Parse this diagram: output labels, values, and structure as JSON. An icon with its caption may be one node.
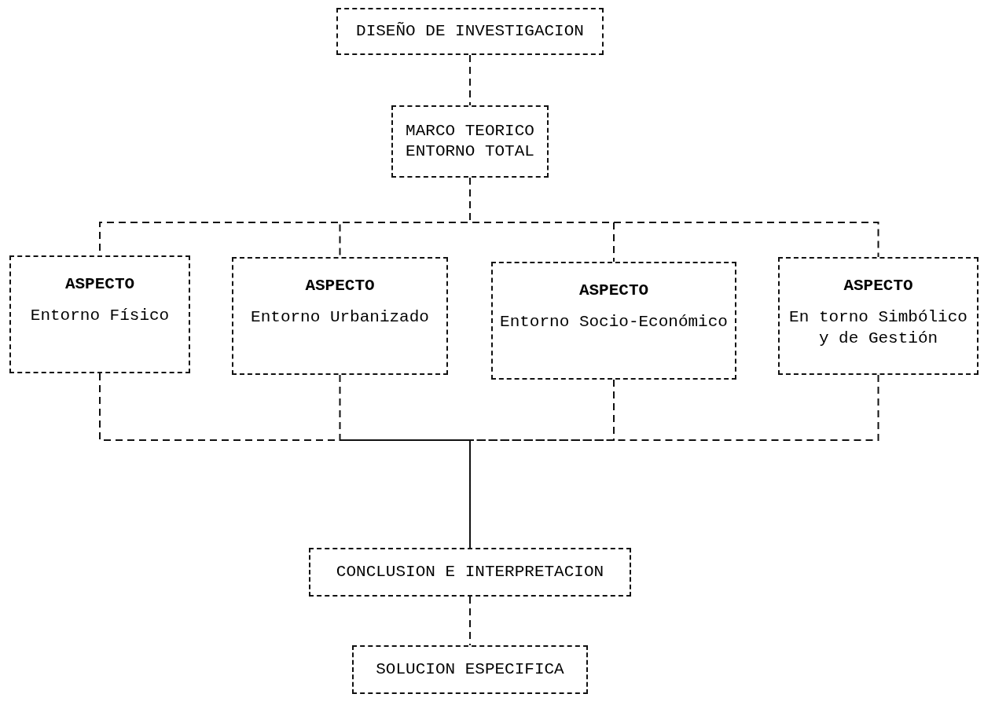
{
  "diagram": {
    "nodes": [
      {
        "text": [
          "DISEÑO DE INVESTIGACION"
        ]
      },
      {
        "text": [
          "MARCO TEORICO ENTORNO TOTAL"
        ]
      },
      {
        "text": [
          "ASPECTO",
          "Entorno Físico"
        ]
      },
      {
        "text": [
          "ASPECTO",
          "Entorno Urbanizado"
        ]
      },
      {
        "text": [
          "ASPECTO",
          "Entorno Socio-Económico"
        ]
      },
      {
        "text": [
          "ASPECTO",
          "En torno Simbólico y de Gestión"
        ]
      },
      {
        "text": [
          "CONCLUSION E INTERPRETACION"
        ]
      },
      {
        "text": [
          "SOLUCION ESPECIFICA"
        ]
      }
    ],
    "edges": [
      {
        "from": 0,
        "to": 1,
        "arrow": "none",
        "style": "dashed"
      },
      {
        "from": 1,
        "to": 2,
        "arrow": "none",
        "style": "dashed"
      },
      {
        "from": 1,
        "to": 3,
        "arrow": "none",
        "style": "dashed"
      },
      {
        "from": 1,
        "to": 4,
        "arrow": "none",
        "style": "dashed"
      },
      {
        "from": 1,
        "to": 5,
        "arrow": "none",
        "style": "dashed"
      },
      {
        "from": 2,
        "to": 6,
        "arrow": "none",
        "style": "dashed"
      },
      {
        "from": 3,
        "to": 6,
        "arrow": "none",
        "style": "dashed"
      },
      {
        "from": 4,
        "to": 6,
        "arrow": "none",
        "style": "dashed"
      },
      {
        "from": 5,
        "to": 6,
        "arrow": "none",
        "style": "dashed"
      },
      {
        "from": 6,
        "to": 7,
        "arrow": "none",
        "style": "dashed"
      }
    ]
  }
}
